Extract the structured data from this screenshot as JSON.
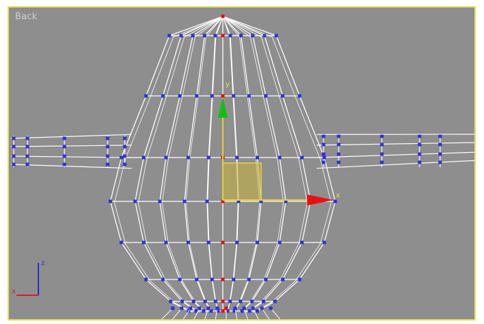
{
  "viewport": {
    "label": "Back",
    "active_border_color": "#e8e05a",
    "background_color": "#8e8e8e"
  },
  "mesh": {
    "edge_color": "#ffffff",
    "vertex_color": "#2f2fd8",
    "selected_vertex_color": "#e01010"
  },
  "gizmo": {
    "x_axis_label": "x",
    "y_axis_label": "y",
    "x_axis_color": "#e81010",
    "y_axis_color": "#10c010",
    "plane_color": "#c8b43c"
  },
  "axis_tripod": {
    "z_label": "z",
    "x_label": "x",
    "z_color": "#2a2ad0",
    "x_color": "#d02020"
  }
}
